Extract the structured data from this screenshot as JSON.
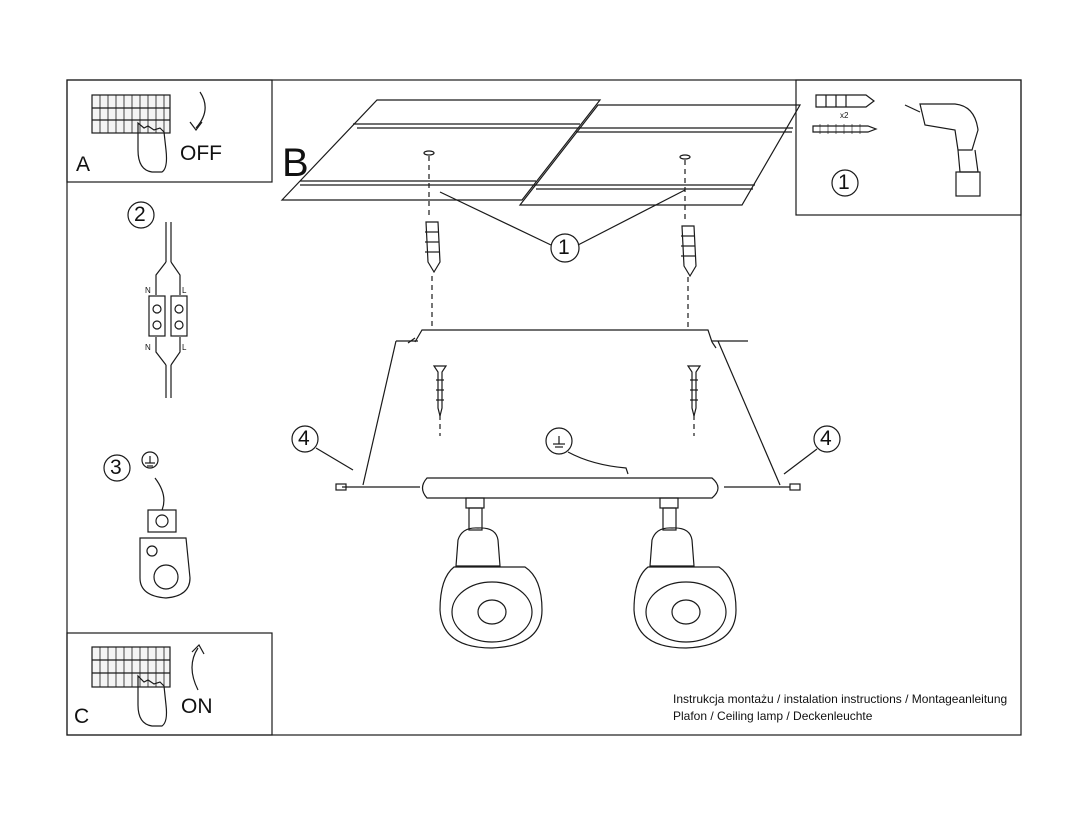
{
  "panels": {
    "a": {
      "letter": "A",
      "text": "OFF"
    },
    "b": {
      "letter": "B"
    },
    "c": {
      "letter": "C",
      "text": "ON"
    }
  },
  "steps": {
    "one": "1",
    "two": "2",
    "three": "3",
    "four": "4"
  },
  "terminal": {
    "neutral": "N",
    "live": "L"
  },
  "anchors_qty": "x2",
  "footer": {
    "line1": "Instrukcja montażu / instalation instructions / Montageanleitung",
    "line2": "Plafon / Ceiling lamp / Deckenleuchte"
  },
  "colors": {
    "stroke": "#1a1a1a",
    "background": "#ffffff"
  }
}
